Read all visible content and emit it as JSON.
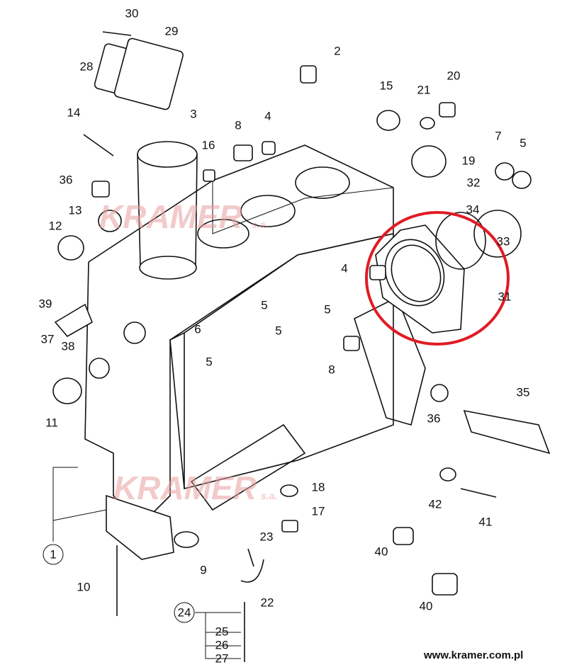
{
  "diagram": {
    "callouts": [
      "30",
      "29",
      "28",
      "2",
      "15",
      "21",
      "20",
      "14",
      "3",
      "8",
      "4",
      "16",
      "19",
      "7",
      "5",
      "36",
      "13",
      "32",
      "34",
      "33",
      "12",
      "4",
      "31",
      "39",
      "5",
      "5",
      "6",
      "5",
      "37",
      "38",
      "5",
      "8",
      "36",
      "35",
      "11",
      "18",
      "42",
      "41",
      "17",
      "23",
      "1",
      "9",
      "40",
      "10",
      "22",
      "40",
      "24",
      "25",
      "26",
      "27"
    ],
    "highlight_color": "#e01b24",
    "watermark": "KRAMER",
    "watermark_suffix": "s.a.",
    "footer_url": "www.kramer.com.pl"
  }
}
